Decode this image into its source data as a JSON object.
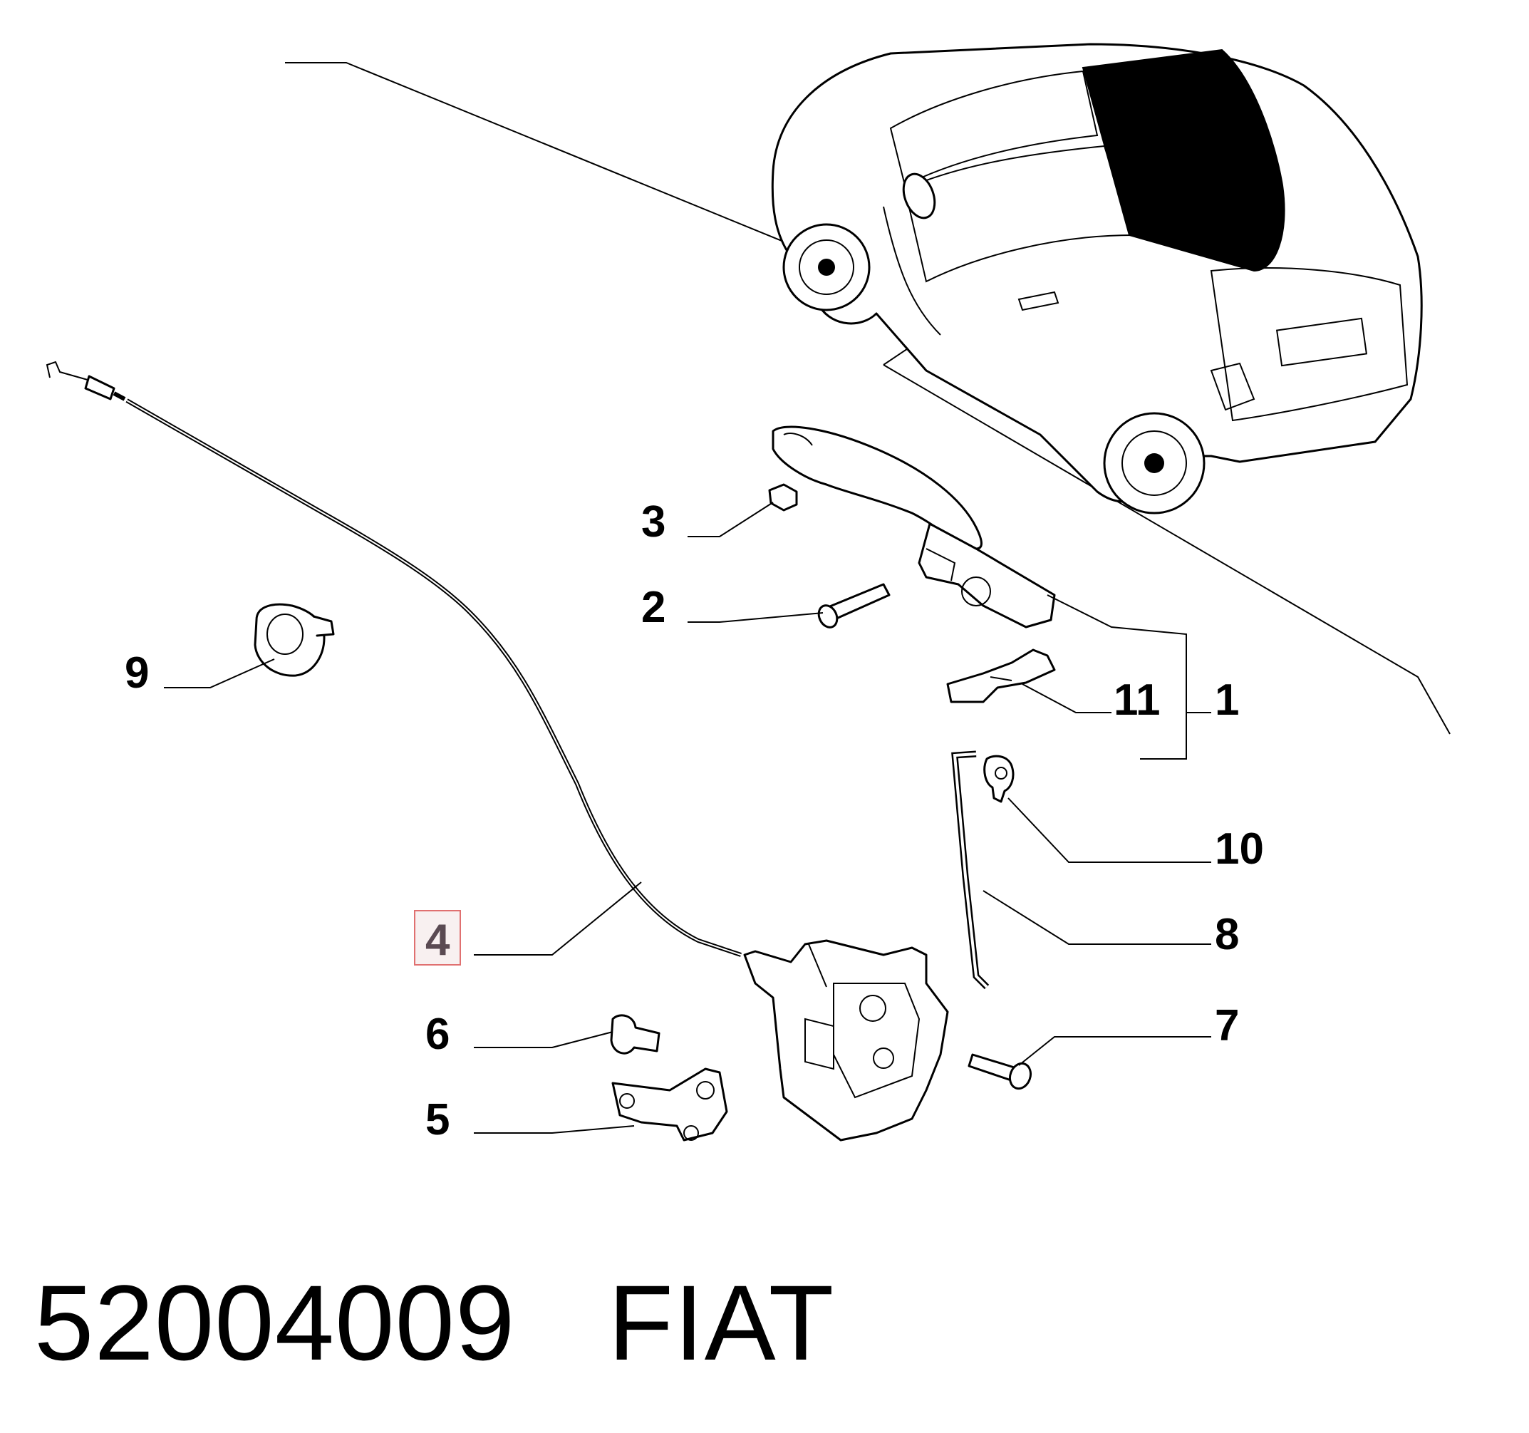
{
  "callouts": {
    "c1": "1",
    "c2": "2",
    "c3": "3",
    "c4": "4",
    "c5": "5",
    "c6": "6",
    "c7": "7",
    "c8": "8",
    "c9": "9",
    "c10": "10",
    "c11": "11"
  },
  "highlighted_callout": "4",
  "highlight_color": "#e07070",
  "footer": {
    "part_number": "52004009",
    "brand": "FIAT"
  }
}
